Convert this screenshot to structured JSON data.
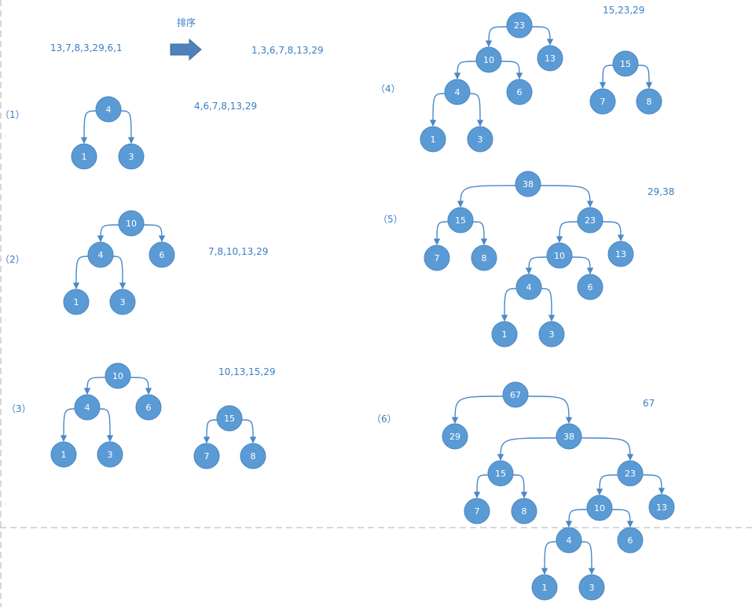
{
  "header": {
    "input_sequence": "13,7,8,3,29,6,1",
    "sort_label": "排序",
    "sorted_sequence": "1,3,6,7,8,13,29"
  },
  "arrow_icon": "right-arrow-icon",
  "colors": {
    "node_fill": "#5b9bd5",
    "node_stroke": "#4a86c1",
    "edge": "#4a88c8",
    "label": "#3a7fc4",
    "dashed_line": "#b0b0b0"
  },
  "steps": [
    {
      "label": "（1）",
      "remaining": "4,6,7,8,13,29"
    },
    {
      "label": "（2）",
      "remaining": "7,8,10,13,29"
    },
    {
      "label": "（3）",
      "remaining": "10,13,15,29"
    },
    {
      "label": "（4）",
      "remaining": "15,23,29"
    },
    {
      "label": "（5）",
      "remaining": "29,38"
    },
    {
      "label": "（6）",
      "remaining": "67"
    }
  ],
  "nodes": [
    "4",
    "1",
    "3",
    "10",
    "4",
    "6",
    "1",
    "3",
    "10",
    "4",
    "6",
    "1",
    "3",
    "15",
    "7",
    "8",
    "23",
    "10",
    "13",
    "4",
    "6",
    "1",
    "3",
    "15",
    "7",
    "8",
    "38",
    "15",
    "23",
    "7",
    "8",
    "10",
    "13",
    "4",
    "6",
    "1",
    "3",
    "67",
    "29",
    "38",
    "15",
    "23",
    "7",
    "8",
    "10",
    "13",
    "4",
    "6",
    "1",
    "3"
  ]
}
